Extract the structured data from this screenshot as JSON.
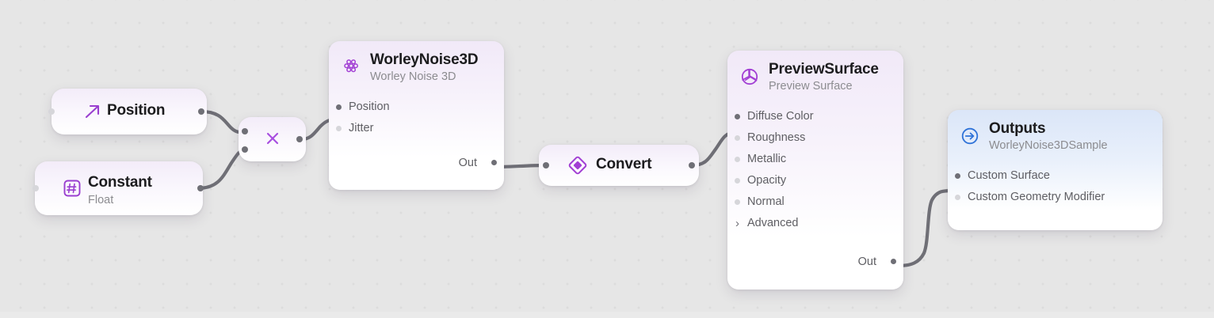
{
  "canvas": {
    "background_color": "#e6e6e6",
    "dot_color": "#dcdcdc",
    "wire_color": "#6f6f76",
    "accent_purple": "#9a3fd0",
    "accent_blue": "#2f73d8"
  },
  "nodes": {
    "position": {
      "title": "Position",
      "icon": "arrow-up-right-icon",
      "ports_in": [],
      "ports_out": [
        "out"
      ]
    },
    "constant": {
      "title": "Constant",
      "subtitle": "Float",
      "icon": "hash-square-icon",
      "ports_in": [],
      "ports_out": [
        "out"
      ]
    },
    "multiply": {
      "title": "×",
      "icon": "multiply-icon",
      "ports_in": [
        "a",
        "b"
      ],
      "ports_out": [
        "out"
      ]
    },
    "worley": {
      "title": "WorleyNoise3D",
      "subtitle": "Worley Noise 3D",
      "icon": "cell-cluster-icon",
      "inputs": [
        {
          "label": "Position",
          "connected": true
        },
        {
          "label": "Jitter",
          "connected": false
        }
      ],
      "output_label": "Out"
    },
    "convert": {
      "title": "Convert",
      "icon": "diamond-icon",
      "ports_in": [
        "in"
      ],
      "ports_out": [
        "out"
      ]
    },
    "preview_surface": {
      "title": "PreviewSurface",
      "subtitle": "Preview Surface",
      "icon": "aperture-icon",
      "inputs": [
        {
          "label": "Diffuse Color",
          "connected": true,
          "kind": "port"
        },
        {
          "label": "Roughness",
          "connected": false,
          "kind": "port"
        },
        {
          "label": "Metallic",
          "connected": false,
          "kind": "port"
        },
        {
          "label": "Opacity",
          "connected": false,
          "kind": "port"
        },
        {
          "label": "Normal",
          "connected": false,
          "kind": "port"
        },
        {
          "label": "Advanced",
          "connected": false,
          "kind": "disclosure"
        }
      ],
      "output_label": "Out"
    },
    "outputs": {
      "title": "Outputs",
      "subtitle": "WorleyNoise3DSample",
      "icon": "arrow-right-circle-icon",
      "inputs": [
        {
          "label": "Custom Surface",
          "connected": true
        },
        {
          "label": "Custom Geometry Modifier",
          "connected": false
        }
      ]
    }
  }
}
